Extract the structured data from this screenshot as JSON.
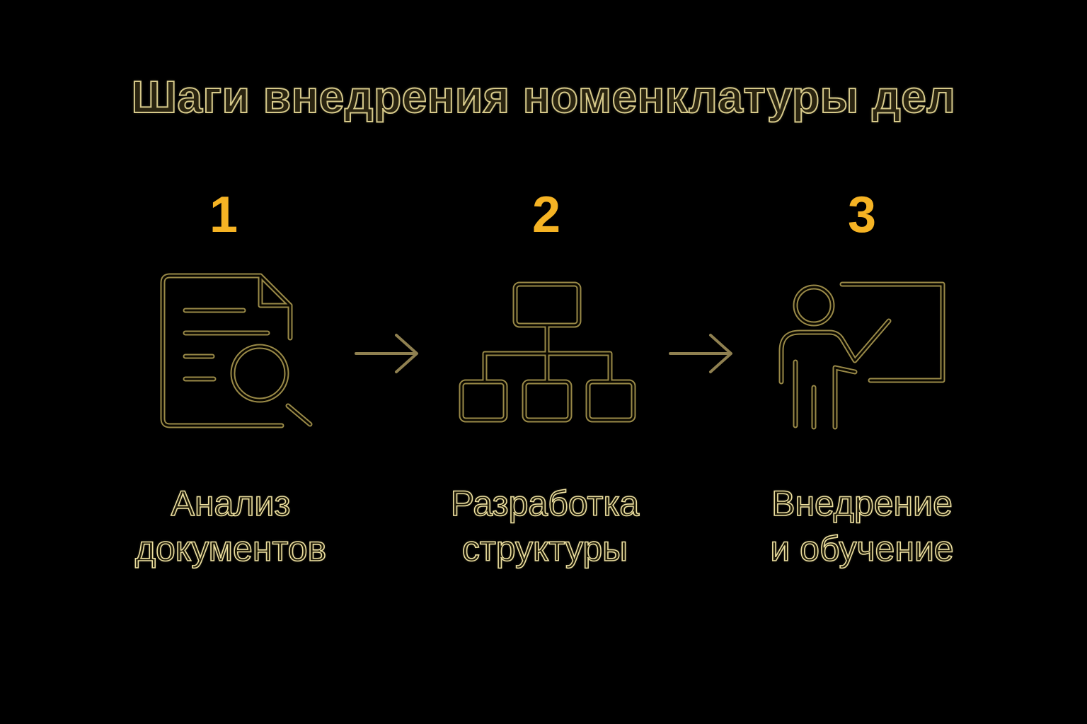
{
  "title": "Шаги внедрения номенклатуры дел",
  "colors": {
    "background": "#000000",
    "accent_number": "#f5b324",
    "outline_gold": "#d6c98a",
    "icon_gold": "#9a8a48"
  },
  "steps": [
    {
      "number": "1",
      "icon": "document-search-icon",
      "label_line1": "Анализ",
      "label_line2": "документов"
    },
    {
      "number": "2",
      "icon": "hierarchy-structure-icon",
      "label_line1": "Разработка",
      "label_line2": "структуры"
    },
    {
      "number": "3",
      "icon": "teacher-board-icon",
      "label_line1": "Внедрение",
      "label_line2": "и обучение"
    }
  ],
  "connectors": [
    "arrow-right-icon",
    "arrow-right-icon"
  ]
}
